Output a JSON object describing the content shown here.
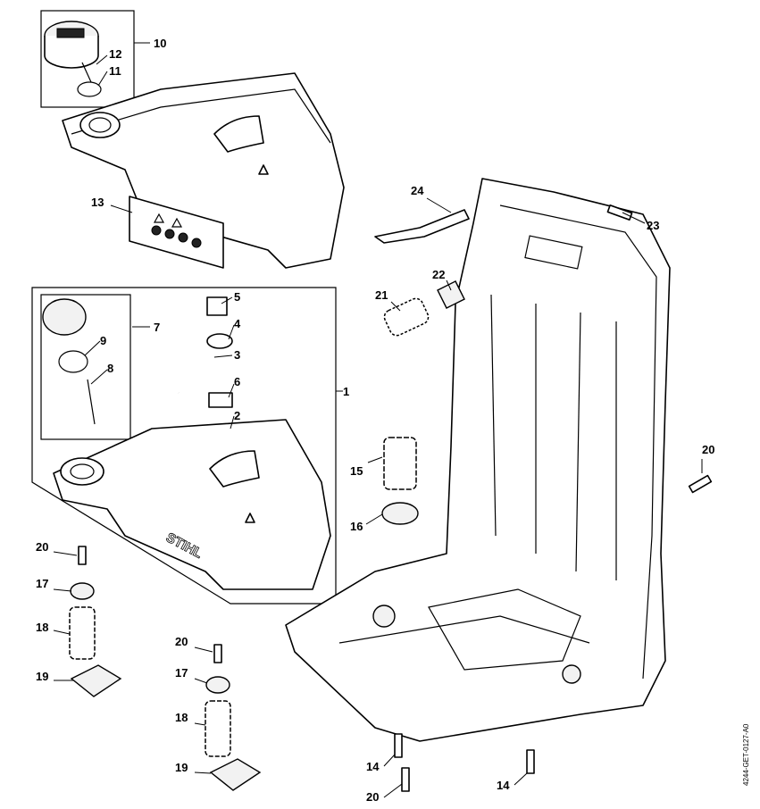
{
  "diagram": {
    "drawing_code": "4244-GET-0127-A0",
    "logo_text": "STIHL",
    "callouts": [
      "10",
      "12",
      "11",
      "13",
      "24",
      "23",
      "22",
      "21",
      "5",
      "4",
      "7",
      "9",
      "3",
      "8",
      "1",
      "6",
      "2",
      "15",
      "16",
      "20",
      "20",
      "17",
      "18",
      "19",
      "20",
      "17",
      "18",
      "19",
      "14",
      "20",
      "14"
    ]
  }
}
